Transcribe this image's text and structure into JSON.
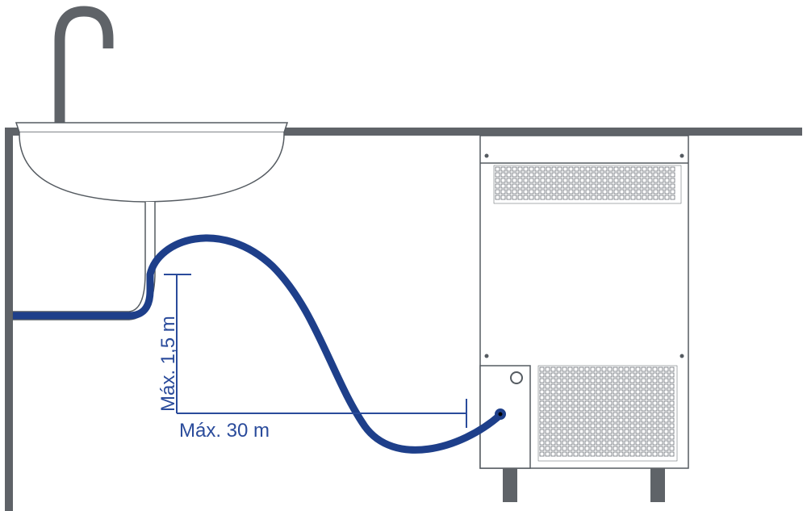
{
  "labels": {
    "max_height": "Máx. 1,5 m",
    "max_length": "Máx. 30 m"
  },
  "colors": {
    "hose": "#1e3f8a",
    "dimension": "#2a4b9b",
    "outline": "#555b61",
    "counter": "#5f6368",
    "background": "#ffffff"
  },
  "icons": {
    "faucet": "faucet-icon",
    "sink": "sink-basin",
    "machine": "ice-machine-unit"
  }
}
